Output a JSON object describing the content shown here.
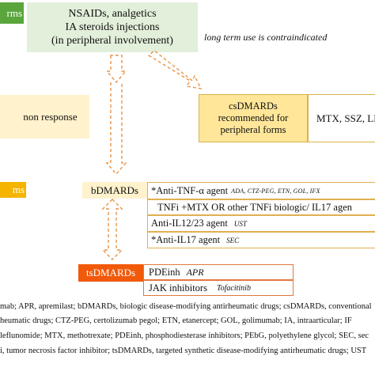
{
  "top_left_tab": "rms",
  "nsaids_box": {
    "line1": "NSAIDs, analgetics",
    "line2": "IA steroids injections",
    "line3": "(in peripheral involvement)"
  },
  "contra_note": "long term use is contraindicated",
  "non_response": "non response",
  "csdmards_box": {
    "line1": "csDMARDs",
    "line2": "recommended for",
    "line3": "peripheral forms"
  },
  "csdmards_drugs": "MTX, SSZ, LF",
  "left_tab_2": "ms",
  "bdmards_label": "bDMARDs",
  "bdmards_rows": [
    {
      "main": "*Anti-TNF-α agent",
      "note": "ADA, CTZ-PEG, ETN, GOL, IFX"
    },
    {
      "main": "TNFi +MTX OR other TNFi biologic/ IL17 agen",
      "note": ""
    },
    {
      "main": "Anti-IL12/23 agent",
      "note": "UST"
    },
    {
      "main": "*Anti-IL17 agent",
      "note": "SEC"
    }
  ],
  "tsdmards_label": "tsDMARDs",
  "tsdmards_rows": [
    {
      "main": "PDEinh",
      "note": "APR"
    },
    {
      "main": "JAK inhibitors",
      "note": "Tofacitinib"
    }
  ],
  "footer_lines": [
    "mab; APR, apremilast; bDMARDs, biologic disease-modifying antirheumatic drugs; csDMARDs, conventional",
    "heumatic drugs; CTZ-PEG, certolizumab pegol; ETN, etanercept; GOL, golimumab; IA, intraarticular; IF",
    "leflunomide; MTX, methotrexate; PDEinh, phosphodiesterase inhibitors; PEbG, polyethylene glycol; SEC, sec",
    "i, tumor necrosis factor inhibitor; tsDMARDs, targeted synthetic disease-modifying antirheumatic drugs; UST"
  ],
  "colors": {
    "green": "#5aa63c",
    "light_green": "#e2efda",
    "yellow": "#ffe699",
    "light_yellow": "#fff2cc",
    "orange": "#f4b400",
    "red_orange": "#f15a0a",
    "arrow": "#e8944a"
  }
}
